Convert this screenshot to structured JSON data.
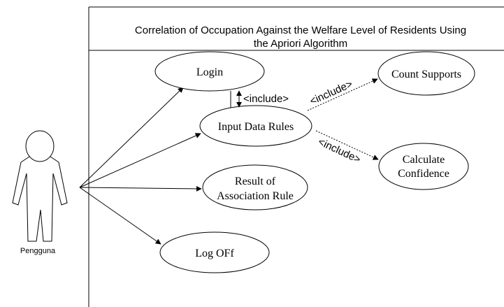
{
  "system": {
    "title_line1": "Correlation of Occupation Against the Welfare Level of Residents Using",
    "title_line2": "the Apriori Algorithm"
  },
  "actor": {
    "label": "Pengguna"
  },
  "use_cases": {
    "login": {
      "label": "Login"
    },
    "input_data_rules": {
      "label": "Input Data Rules"
    },
    "result_line1": "Result of",
    "result_line2": "Association Rule",
    "log_off": {
      "label": "Log OFf"
    },
    "count_supports": {
      "label": "Count Supports"
    },
    "calc_line1": "Calculate",
    "calc_line2": "Confidence"
  },
  "relations": {
    "include_login": "<include>",
    "include_count": "<include>",
    "include_conf": "<include>"
  }
}
